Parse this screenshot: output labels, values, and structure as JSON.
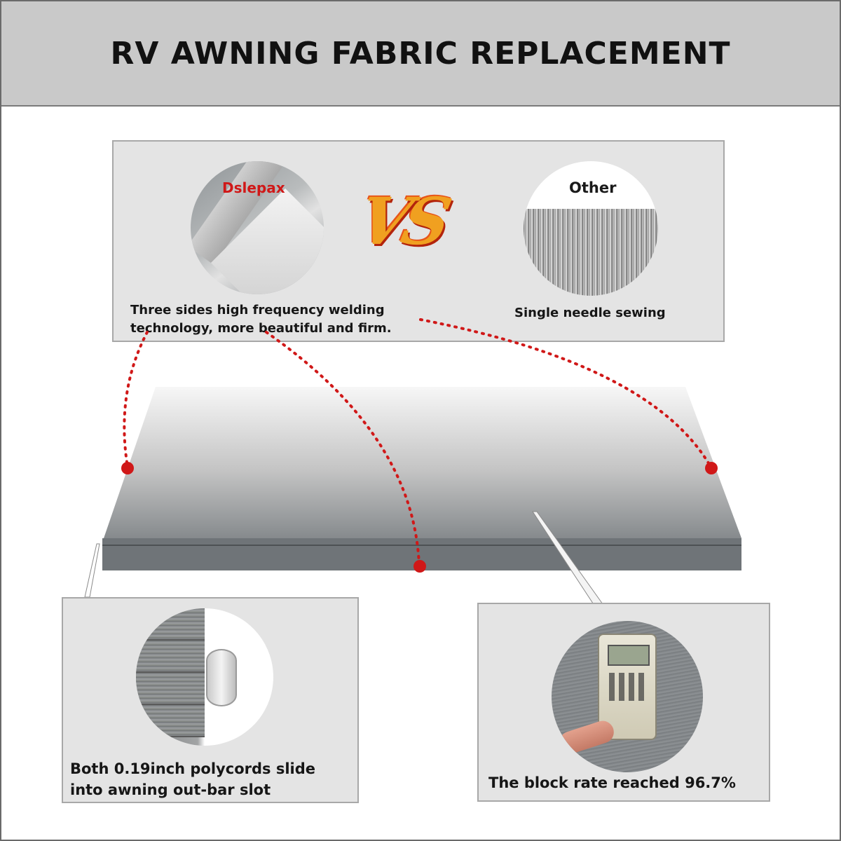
{
  "header": {
    "title": "RV AWNING FABRIC REPLACEMENT"
  },
  "comparison": {
    "brand_label": "Dslepax",
    "vs_label": "VS",
    "other_label": "Other",
    "brand_caption_line1": "Three sides high frequency welding",
    "brand_caption_line2": "technology, more beautiful and firm.",
    "other_caption": "Single needle sewing"
  },
  "features": {
    "polycord_line1": "Both 0.19inch polycords slide",
    "polycord_line2": "into awning out-bar slot",
    "block_rate": "The block rate reached 96.7%"
  },
  "colors": {
    "accent_red": "#d01818",
    "header_bg": "#c9c9c9",
    "panel_bg": "#e4e4e4",
    "fabric_edge": "#6f7478"
  },
  "icons": [
    "vs-lightning-icon",
    "welded-fabric-closeup",
    "sewn-fabric-closeup",
    "polycord-closeup",
    "light-meter-closeup"
  ]
}
